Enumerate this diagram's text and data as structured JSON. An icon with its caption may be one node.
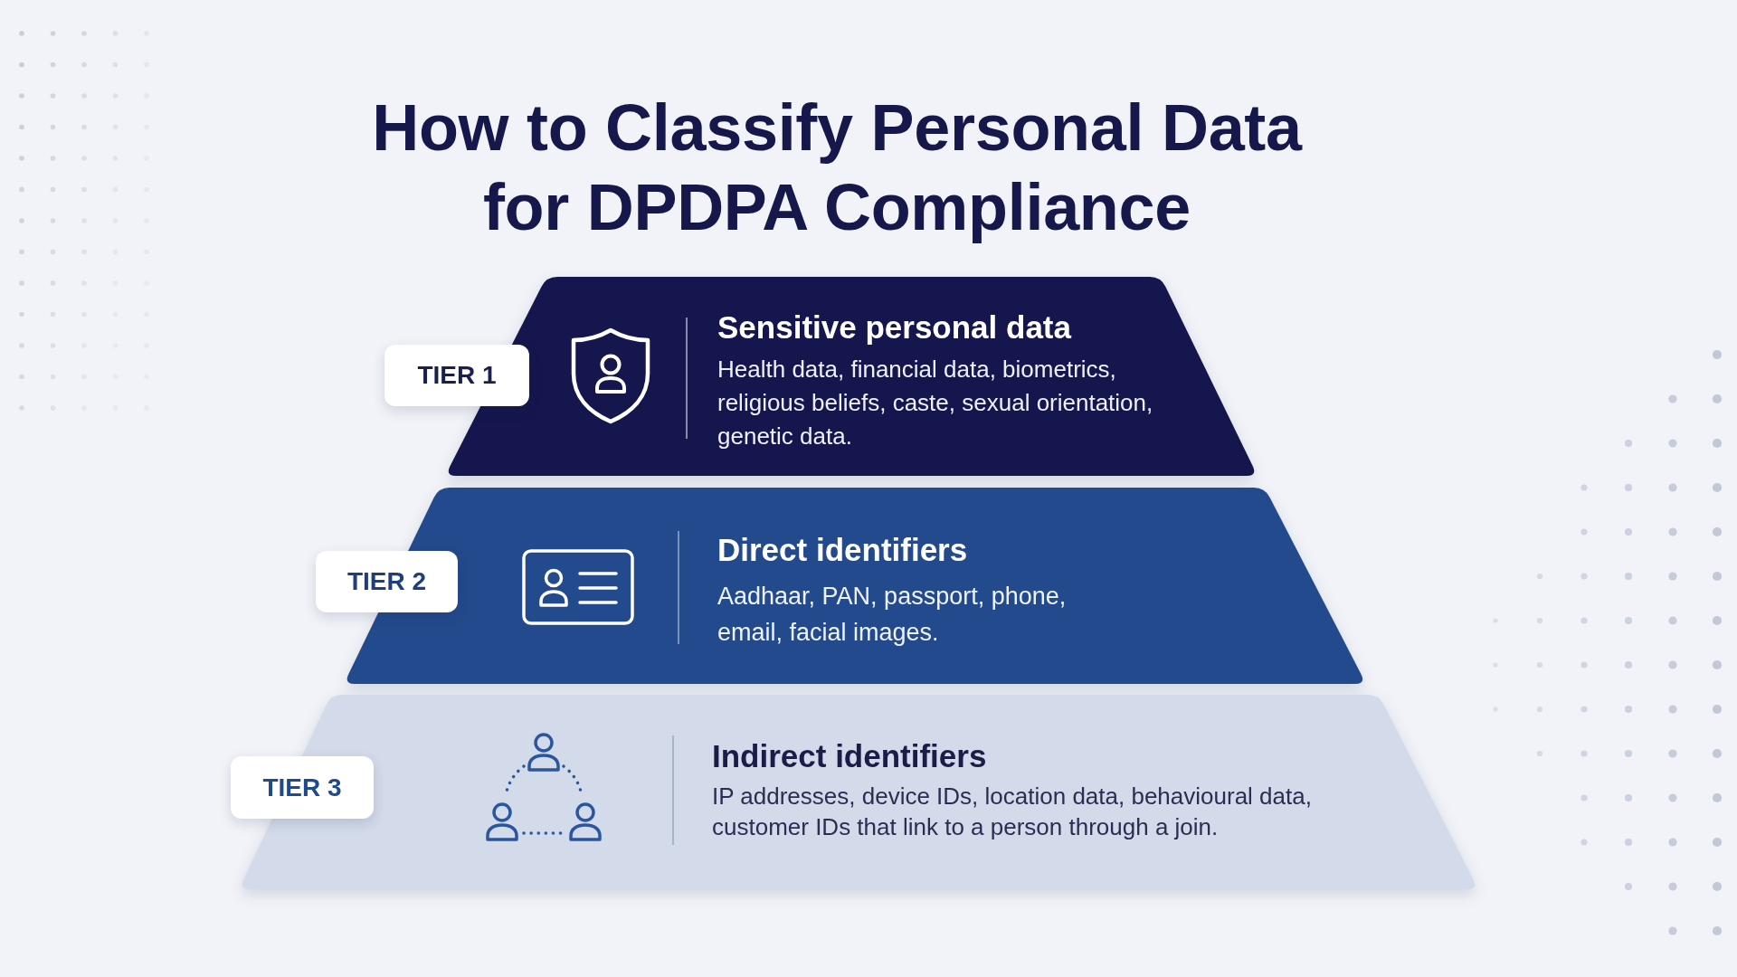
{
  "diagram": {
    "title": "How to Classify Personal Data for DPDPA Compliance",
    "nodes": [
      {
        "text": [
          "TIER 1"
        ]
      },
      {
        "text": [
          "Sensitive personal data",
          "Health data, financial data, biometrics, religious beliefs, caste, sexual orientation, genetic data."
        ]
      },
      {
        "text": [
          "TIER 2"
        ]
      },
      {
        "text": [
          "Direct identifiers",
          "Aadhaar, PAN, passport, phone, email, facial images."
        ]
      },
      {
        "text": [
          "TIER 3"
        ]
      },
      {
        "text": [
          "Indirect identifiers",
          "IP addresses, device IDs, location data, behavioural data, customer IDs that link to a person through a join."
        ]
      }
    ]
  }
}
